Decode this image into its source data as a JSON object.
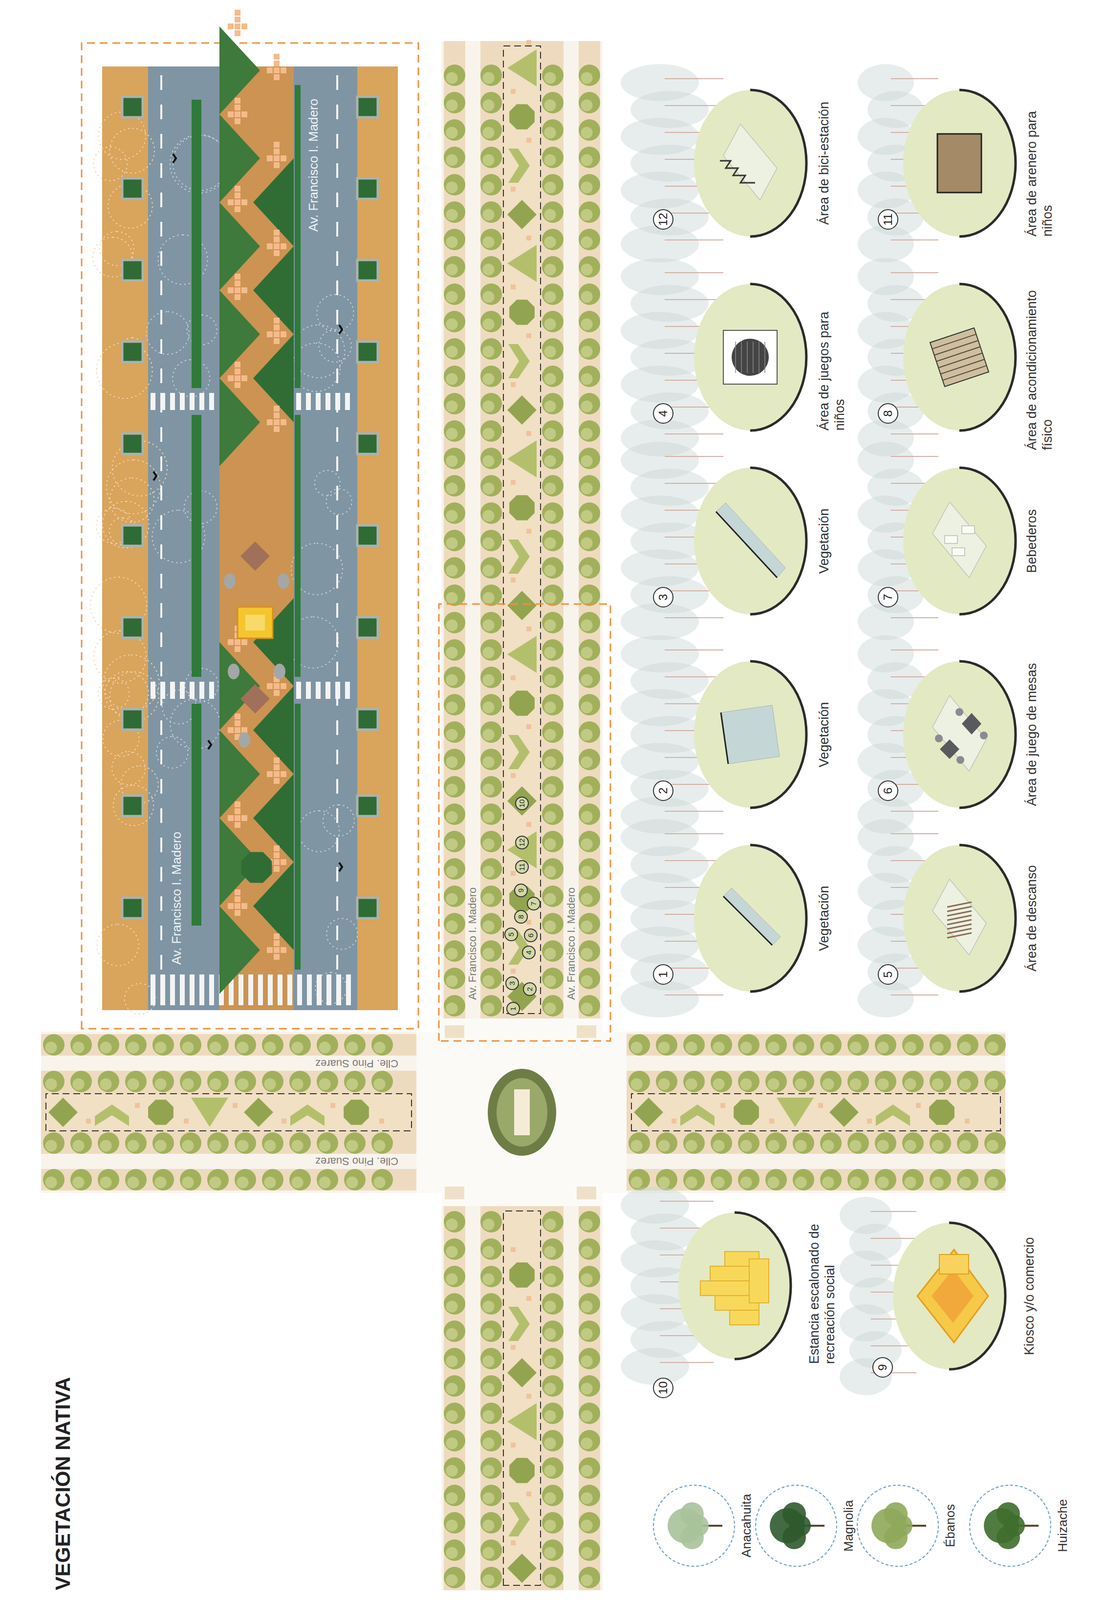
{
  "diagram": {
    "nodes": [
      {
        "text": [
          "1"
        ]
      },
      {
        "text": [
          "2"
        ]
      },
      {
        "text": [
          "3"
        ]
      },
      {
        "text": [
          "4"
        ]
      },
      {
        "text": [
          "5"
        ]
      },
      {
        "text": [
          "6"
        ]
      },
      {
        "text": [
          "7"
        ]
      },
      {
        "text": [
          "8"
        ]
      },
      {
        "text": [
          "9"
        ]
      },
      {
        "text": [
          "10"
        ]
      },
      {
        "text": [
          "11"
        ]
      },
      {
        "text": [
          "12"
        ]
      },
      {
        "text": [
          "1"
        ]
      },
      {
        "text": [
          "Vegetación"
        ]
      },
      {
        "text": [
          "2"
        ]
      },
      {
        "text": [
          "Vegetación"
        ]
      },
      {
        "text": [
          "3"
        ]
      },
      {
        "text": [
          "Vegetación"
        ]
      },
      {
        "text": [
          "4"
        ]
      },
      {
        "text": [
          "Área de juegos para niños"
        ]
      },
      {
        "text": [
          "5"
        ]
      },
      {
        "text": [
          "Área de descanso"
        ]
      },
      {
        "text": [
          "6"
        ]
      },
      {
        "text": [
          "Área de juego de mesas"
        ]
      },
      {
        "text": [
          "7"
        ]
      },
      {
        "text": [
          "Bebederos"
        ]
      },
      {
        "text": [
          "8"
        ]
      },
      {
        "text": [
          "Área de acondicionamiento físico"
        ]
      },
      {
        "text": [
          "9"
        ]
      },
      {
        "text": [
          "Kiosco y/o comercio"
        ]
      },
      {
        "text": [
          "10"
        ]
      },
      {
        "text": [
          "Estancia escalonado de recreación social"
        ]
      },
      {
        "text": [
          "11"
        ]
      },
      {
        "text": [
          "Área de arenero para niños"
        ]
      },
      {
        "text": [
          "12"
        ]
      },
      {
        "text": [
          "Área de bici-estación"
        ]
      },
      {
        "text": [
          "Anacahuita"
        ]
      },
      {
        "text": [
          "Magnolia"
        ]
      },
      {
        "text": [
          "Ébanos"
        ]
      },
      {
        "text": [
          "Huizache"
        ]
      }
    ],
    "labels": [
      "Av. Francisco I. Madero",
      "Av. Francisco I. Madero",
      "Av. Francisco I. Madero",
      "Av. Francisco I. Madero",
      "Clle. Pino Suarez",
      "Clle. Pino Suarez",
      "VEGETACIÓN NATIVA"
    ]
  }
}
